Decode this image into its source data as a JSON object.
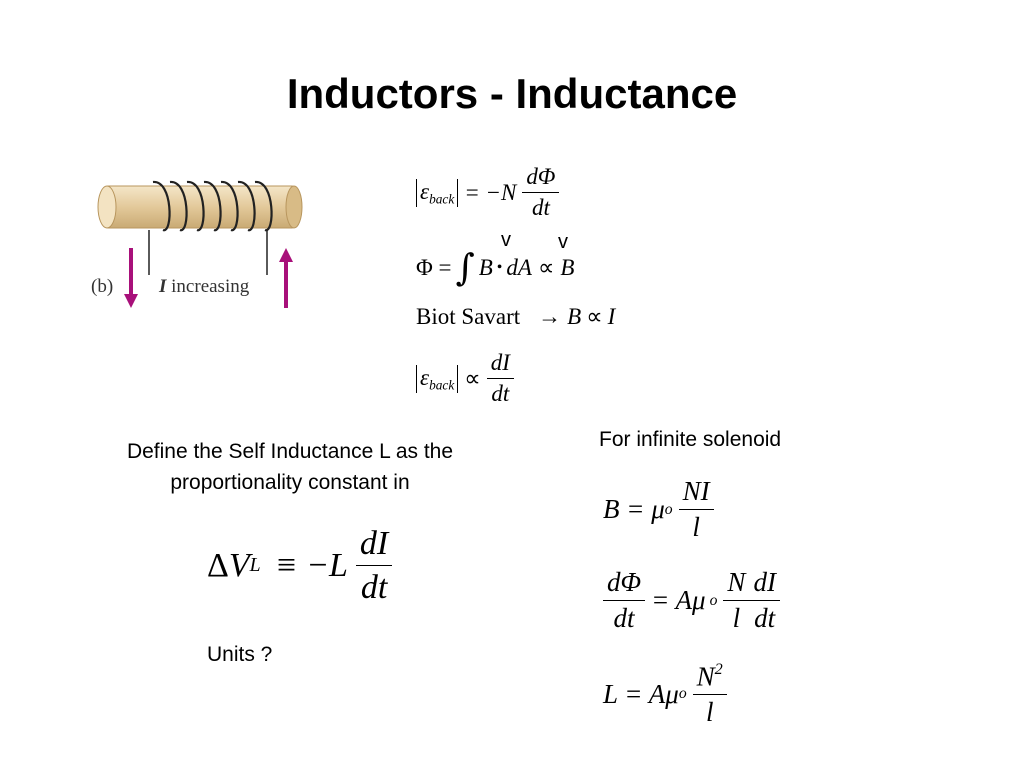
{
  "title": "Inductors - Inductance",
  "figure": {
    "label_b": "(b)",
    "label_current_symbol": "I",
    "label_increasing": "increasing",
    "colors": {
      "rod": "#e8d2a8",
      "coil": "#222222",
      "arrow": "#a8107a"
    }
  },
  "equations": {
    "emf_back": {
      "abs_open": "|",
      "epsilon": "ε",
      "sub": "back",
      "rhs_prefix": "= −N",
      "num": "dΦ",
      "den": "dt"
    },
    "flux": {
      "lhs": "Φ =",
      "integral": "∫",
      "B": "B",
      "dot": "•",
      "dA": "dA",
      "prop": "∝",
      "rhs": "B",
      "vmark_B": "v",
      "vmark_A": "v"
    },
    "biot": {
      "text": "Biot Savart",
      "arrow": "→",
      "B": "B",
      "prop": "∝",
      "I": "I"
    },
    "emf_prop": {
      "epsilon": "ε",
      "sub": "back",
      "prop": "∝",
      "num": "dI",
      "den": "dt"
    }
  },
  "define_text": {
    "line1": "Define the Self Inductance L as the",
    "line2": "proportionality constant in"
  },
  "self_inductance": {
    "delta": "Δ",
    "V": "V",
    "sub": "L",
    "rhs": "≡ −L",
    "num": "dI",
    "den": "dt"
  },
  "units_text": "Units ?",
  "solenoid": {
    "heading": "For infinite solenoid",
    "eq1": {
      "lhs": "B = μ",
      "sub": "o",
      "num": "NI",
      "den": "l"
    },
    "eq2": {
      "num1": "dΦ",
      "den1": "dt",
      "mid": "= Aμ",
      "sub": "o",
      "num2": "N",
      "den2": "l",
      "num3": "dI",
      "den3": "dt"
    },
    "eq3": {
      "lhs": "L = Aμ",
      "sub": "o",
      "num": "N",
      "sup": "2",
      "den": "l"
    }
  }
}
